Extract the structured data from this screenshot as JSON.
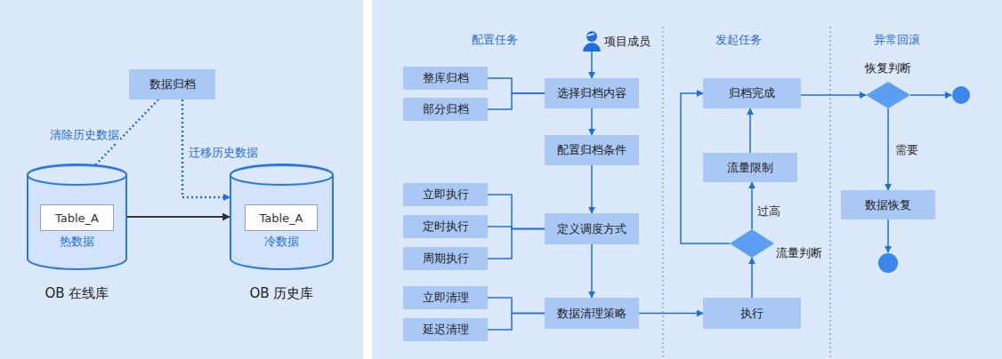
{
  "diagram": {
    "nodes": [
      {
        "text": [
          "数据归档"
        ]
      },
      {
        "text": [
          "热数据",
          "OB 在线库"
        ]
      },
      {
        "text": [
          "Table_A"
        ],
        "in": 1
      },
      {
        "text": [
          "冷数据",
          "OB 历史库"
        ]
      },
      {
        "text": [
          "Table_A"
        ],
        "in": 3
      },
      {
        "text": [
          "项目成员"
        ]
      },
      {
        "text": [
          "整库归档"
        ]
      },
      {
        "text": [
          "部分归档"
        ]
      },
      {
        "text": [
          "选择归档内容"
        ]
      },
      {
        "text": [
          "配置归档条件"
        ]
      },
      {
        "text": [
          "立即执行"
        ]
      },
      {
        "text": [
          "定时执行"
        ]
      },
      {
        "text": [
          "周期执行"
        ]
      },
      {
        "text": [
          "定义调度方式"
        ]
      },
      {
        "text": [
          "立即清理"
        ]
      },
      {
        "text": [
          "延迟清理"
        ]
      },
      {
        "text": [
          "数据清理策略"
        ]
      },
      {
        "text": [
          "执行"
        ]
      },
      {
        "text": [
          "流量判断"
        ]
      },
      {
        "text": [
          "流量限制"
        ]
      },
      {
        "text": [
          "归档完成"
        ]
      },
      {
        "text": [
          "恢复判断"
        ]
      },
      {
        "text": [
          "数据恢复"
        ]
      }
    ],
    "edges": [
      {
        "from": 0,
        "to": 1,
        "label": "清除历史数据",
        "arrow": "to"
      },
      {
        "from": 0,
        "to": 3,
        "label": "迁移历史数据",
        "arrow": "to"
      },
      {
        "from": 1,
        "to": 3,
        "arrow": "to"
      },
      {
        "from": 5,
        "to": 8,
        "arrow": "to"
      },
      {
        "from": 6,
        "to": 8,
        "arrow": "none"
      },
      {
        "from": 7,
        "to": 8,
        "arrow": "none"
      },
      {
        "from": 8,
        "to": 9,
        "arrow": "to"
      },
      {
        "from": 9,
        "to": 13,
        "arrow": "to"
      },
      {
        "from": 10,
        "to": 13,
        "arrow": "none"
      },
      {
        "from": 11,
        "to": 13,
        "arrow": "none"
      },
      {
        "from": 12,
        "to": 13,
        "arrow": "none"
      },
      {
        "from": 13,
        "to": 16,
        "arrow": "to"
      },
      {
        "from": 14,
        "to": 16,
        "arrow": "none"
      },
      {
        "from": 15,
        "to": 16,
        "arrow": "none"
      },
      {
        "from": 16,
        "to": 17,
        "arrow": "to"
      },
      {
        "from": 17,
        "to": 18,
        "arrow": "to"
      },
      {
        "from": 18,
        "to": 19,
        "label": "过高",
        "arrow": "to"
      },
      {
        "from": 18,
        "to": 20,
        "arrow": "to"
      },
      {
        "from": 19,
        "to": 20,
        "arrow": "to"
      },
      {
        "from": 20,
        "to": 21,
        "arrow": "to"
      },
      {
        "from": 21,
        "to": 22,
        "label": "需要",
        "arrow": "to"
      }
    ],
    "labels": [
      "配置任务",
      "发起任务",
      "异常回滚"
    ]
  }
}
